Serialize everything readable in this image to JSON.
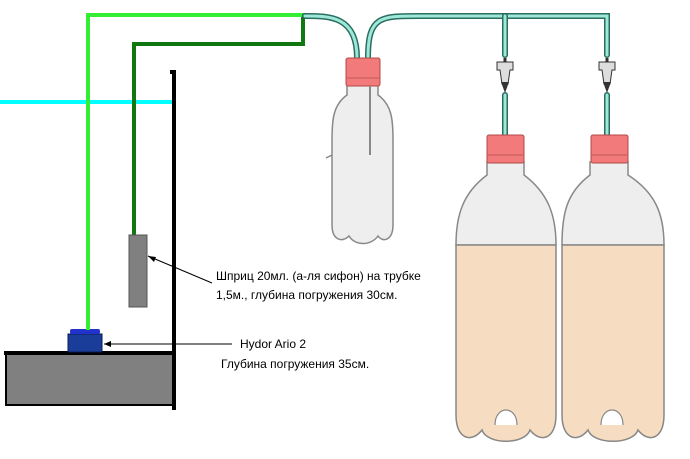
{
  "annotations": {
    "syringe_line1": "Шприц 20мл. (а-ля сифон) на трубке",
    "syringe_line2": "1,5м., глубина погружения 30см.",
    "pump_name": "Hydor Ario 2",
    "pump_depth": "Глубина погружения 35см."
  },
  "colors": {
    "tube_light_green": "#33ee33",
    "tube_dark_green": "#117711",
    "water_line": "#00ffff",
    "aquarium_wall": "#000000",
    "gravel": "#808080",
    "pump": "#1a3d99",
    "pump_top": "#2233cc",
    "bottle_cap": "#f27a7a",
    "bottle_body": "#eeeeee",
    "bottle_liquid": "#f6dcc0",
    "clear_tube": "#9ee8d8"
  }
}
